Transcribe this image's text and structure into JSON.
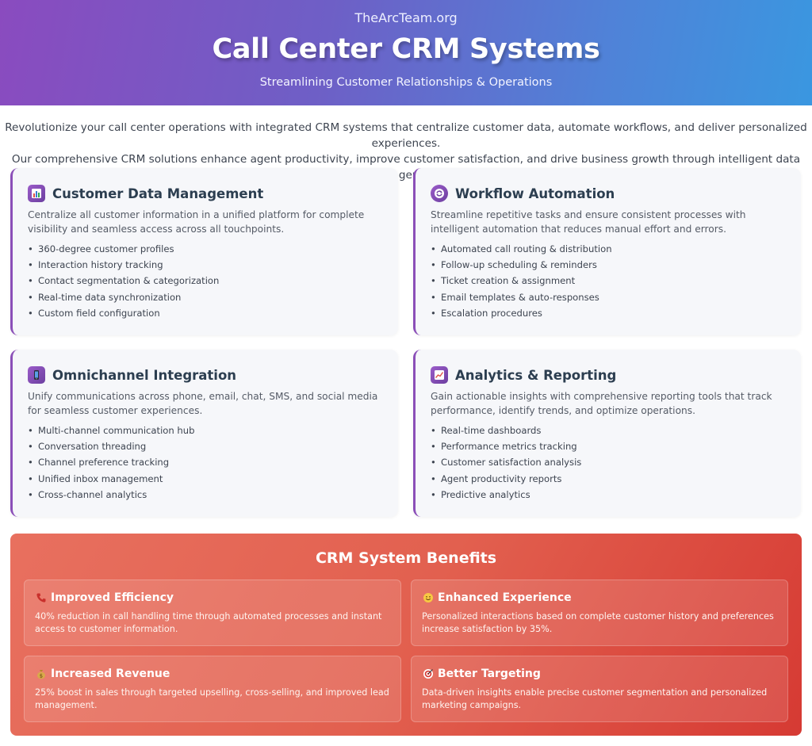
{
  "header": {
    "site": "TheArcTeam.org",
    "title": "Call Center CRM Systems",
    "subtitle": "Streamlining Customer Relationships & Operations"
  },
  "intro": {
    "line1": "Revolutionize your call center operations with integrated CRM systems that centralize customer data, automate workflows, and deliver personalized experiences.",
    "line2": "Our comprehensive CRM solutions enhance agent productivity, improve customer satisfaction, and drive business growth through intelligent data management."
  },
  "cards": [
    {
      "icon": "bar-chart-icon",
      "title": "Customer Data Management",
      "desc": "Centralize all customer information in a unified platform for complete visibility and seamless access across all touchpoints.",
      "items": [
        "360-degree customer profiles",
        "Interaction history tracking",
        "Contact segmentation & categorization",
        "Real-time data synchronization",
        "Custom field configuration"
      ]
    },
    {
      "icon": "refresh-icon",
      "title": "Workflow Automation",
      "desc": "Streamline repetitive tasks and ensure consistent processes with intelligent automation that reduces manual effort and errors.",
      "items": [
        "Automated call routing & distribution",
        "Follow-up scheduling & reminders",
        "Ticket creation & assignment",
        "Email templates & auto-responses",
        "Escalation procedures"
      ]
    },
    {
      "icon": "mobile-phone-icon",
      "title": "Omnichannel Integration",
      "desc": "Unify communications across phone, email, chat, SMS, and social media for seamless customer experiences.",
      "items": [
        "Multi-channel communication hub",
        "Conversation threading",
        "Channel preference tracking",
        "Unified inbox management",
        "Cross-channel analytics"
      ]
    },
    {
      "icon": "trend-chart-icon",
      "title": "Analytics & Reporting",
      "desc": "Gain actionable insights with comprehensive reporting tools that track performance, identify trends, and optimize operations.",
      "items": [
        "Real-time dashboards",
        "Performance metrics tracking",
        "Customer satisfaction analysis",
        "Agent productivity reports",
        "Predictive analytics"
      ]
    }
  ],
  "benefits": {
    "title": "CRM System Benefits",
    "items": [
      {
        "icon": "telephone-icon",
        "title": "Improved Efficiency",
        "text": "40% reduction in call handling time through automated processes and instant access to customer information."
      },
      {
        "icon": "smiley-icon",
        "title": "Enhanced Experience",
        "text": "Personalized interactions based on complete customer history and preferences increase satisfaction by 35%."
      },
      {
        "icon": "money-bag-icon",
        "title": "Increased Revenue",
        "text": "25% boost in sales through targeted upselling, cross-selling, and improved lead management."
      },
      {
        "icon": "target-icon",
        "title": "Better Targeting",
        "text": "Data-driven insights enable precise customer segmentation and personalized marketing campaigns."
      }
    ]
  }
}
